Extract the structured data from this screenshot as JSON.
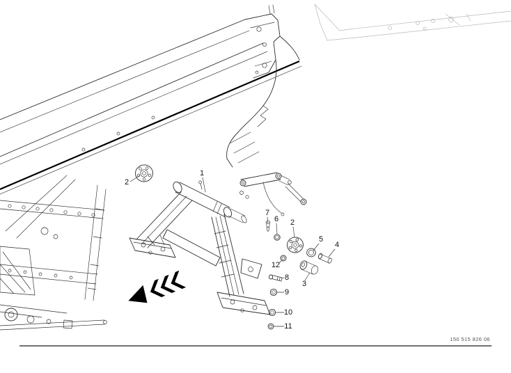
{
  "figure": {
    "kind": "exploded-parts-diagram",
    "drawing_number": "150 515 826 06"
  },
  "colors": {
    "background": "#ffffff",
    "ink": "#2b2b2b",
    "arrow": "#000000"
  },
  "callouts": {
    "items": [
      {
        "id": "2a",
        "label": "2"
      },
      {
        "id": "1",
        "label": "1"
      },
      {
        "id": "7",
        "label": "7"
      },
      {
        "id": "6",
        "label": "6"
      },
      {
        "id": "2b",
        "label": "2"
      },
      {
        "id": "5",
        "label": "5"
      },
      {
        "id": "4",
        "label": "4"
      },
      {
        "id": "12",
        "label": "12"
      },
      {
        "id": "8",
        "label": "8"
      },
      {
        "id": "3",
        "label": "3"
      },
      {
        "id": "9",
        "label": "9"
      },
      {
        "id": "10",
        "label": "10"
      },
      {
        "id": "11",
        "label": "11"
      }
    ]
  }
}
